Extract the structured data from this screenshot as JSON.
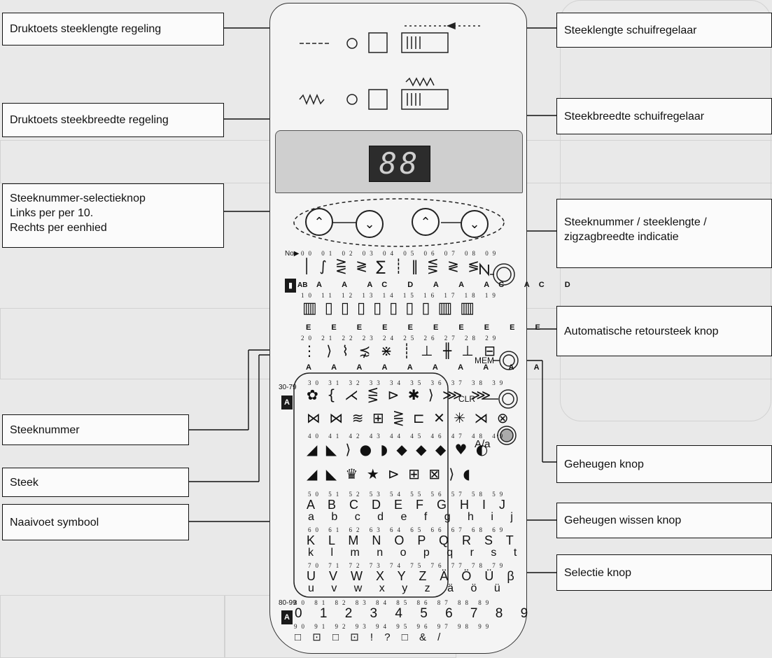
{
  "labels": {
    "stitch_length_button": "Druktoets steeklengte regeling",
    "stitch_width_button": "Druktoets steekbreedte regeling",
    "stitch_select_line1": "Steeknummer-selectieknop",
    "stitch_select_line2": "Links per per 10.",
    "stitch_select_line3": "Rechts per eenhied",
    "stitch_number": "Steeknummer",
    "stitch": "Steek",
    "presser_foot": "Naaivoet symbool",
    "length_slider": "Steeklengte schuifregelaar",
    "width_slider": "Steekbreedte schuifregelaar",
    "indicator_line1": "Steeknummer / steeklengte /",
    "indicator_line2": "zigzagbreedte indicatie",
    "auto_reverse": "Automatische retoursteek knop",
    "memory": "Geheugen knop",
    "memory_clear": "Geheugen wissen knop",
    "select": "Selectie knop"
  },
  "panel": {
    "display_value": "88",
    "no_label": "No▶",
    "mem_label": "MEM",
    "clr_label": "CLR",
    "ab_label": "A/a",
    "range_30_79": "30-79",
    "range_80_99": "80-99",
    "mode_icon_letter": "A",
    "ab_prefix": "AB",
    "rows": {
      "n0": "00 01 02 03 04 05 06 07 08 09",
      "f0": "A A AC D A A AC AC D",
      "n1": "10 11 12 13 14 15 16 17 18 19",
      "f1": "E E E E E E E E E E",
      "n2": "20 21 22 23 24 25 26 27 28 29",
      "f2": "A A A A A A A A A A",
      "n3": "30 31 32 33 34 35 36 37 38 39",
      "n4": "40 41 42 43 44 45 46 47 48 49",
      "n5": "50 51 52 53 54 55 56 57 58 59",
      "u5": "A B C D E F G H I J",
      "l5": "a b c d e f g h i j",
      "n6": "60 61 62 63 64 65 66 67 68 69",
      "u6": "K L M N O P Q R S T",
      "l6": "k l m n o p q r s t",
      "n7": "70 71 72 73 74 75 76 77 78 79",
      "u7": "U V W X Y Z Ä Ö Ü β",
      "l7": "u v w x y z ä ö ü",
      "n8": "80 81 82 83 84 85 86 87 88 89",
      "d8": "0 1 2 3 4 5 6 7 8 9",
      "n9": "90 91 92 93 94 95 96 97 98 99",
      "d9": "□ ⊡ □ ⊡ ! ? □ & /"
    }
  },
  "colors": {
    "background": "#e9e9e9",
    "line": "#111111",
    "display": "#2c2c2c"
  }
}
